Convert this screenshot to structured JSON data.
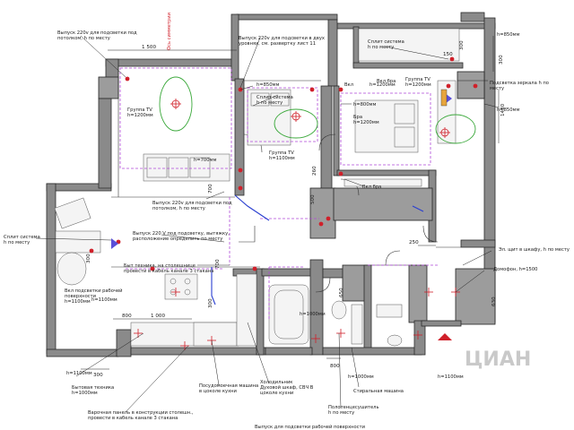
{
  "watermark": "ЦИАН",
  "labels": {
    "l1": "Выпуск 220v для подсветки под",
    "l1b": "потолком, h по месту",
    "l2": "Выпуск 220v для подсветки в двух",
    "l2b": "уровнях, см. развертку лист 11",
    "l3": "Сплит система",
    "l3b": "h по месту",
    "l4": "Группа TV",
    "l4b": "h=1200мм",
    "l5": "Подсветка зеркала h по",
    "l5b": "месту",
    "l6": "Сплит система",
    "l6b": "h по месту",
    "l7": "Группа TV",
    "l7b": "h=1200мм",
    "l8": "Бра",
    "l8b": "h=1200мм",
    "l9": "h=800мм",
    "l10": "Группа TV",
    "l10b": "h=1100мм",
    "l11": "h=700мм",
    "l12": "Выпуск 220v для подсветки под",
    "l12b": "потолком, h по месту",
    "l13": "Вкл бра",
    "l14": "Вкл бра",
    "l15": "Сплит система",
    "l15b": "h по месту",
    "l16": "Выпуск 220 V под подсветку, вытяжку,",
    "l16b": "расположение определить по месту",
    "l17": "Быт техника, на столешнице",
    "l17b": "провести в кабель канале 3 стакана",
    "l18": "Вкл подсветки рабочей",
    "l18b": "поверхности",
    "l18c": "h=1100мм",
    "l19": "Эл. щит в шкафу, h по месту",
    "l20": "Домофон, h=1500",
    "l21": "h=1100мм",
    "l22": "Бытовая техника",
    "l22b": "h=1000мм",
    "l23": "Варочная панель в конструкции столешн.,",
    "l23b": "провести в кабель канале 3 стакана",
    "l24": "Посудомоечная машина",
    "l24b": "в цоколе кухни",
    "l25": "Холодильник",
    "l25b": "Духовой шкаф, СВЧ В",
    "l25c": "цоколе кухни",
    "l26": "Выпуск для подсветки рабочей поверхности",
    "l27": "Полотенцесушитель",
    "l27b": "h по месту",
    "l28": "Стиральная машина",
    "l29": "h=1000мм",
    "l30": "h=1000мм",
    "l31": "h=1100мм",
    "l32": "h=850мм",
    "l33": "h=850мм",
    "l34": "h=850мм",
    "l35": "Вкл",
    "l36": "h=1200мм",
    "l37": "h=1100мм",
    "l38": "Ось симметрии"
  },
  "dims": {
    "d1500": "1 500",
    "d1000": "1 000",
    "d800": "800",
    "d300": "300",
    "d250": "250",
    "d150": "150",
    "d1430": "1430",
    "d300b": "300",
    "d800b": "800",
    "d700": "700",
    "d500": "500",
    "d260": "260",
    "d630": "630",
    "d650": "650",
    "d300c": "300",
    "d300d": "300",
    "d700b": "700",
    "d300e": "300"
  },
  "colors": {
    "wall": "#8a8a8a",
    "dash": "#b04ad8",
    "cable": "#2a3fd0",
    "fixture": "#d0202a",
    "tv_zone": "#3aa83a"
  }
}
